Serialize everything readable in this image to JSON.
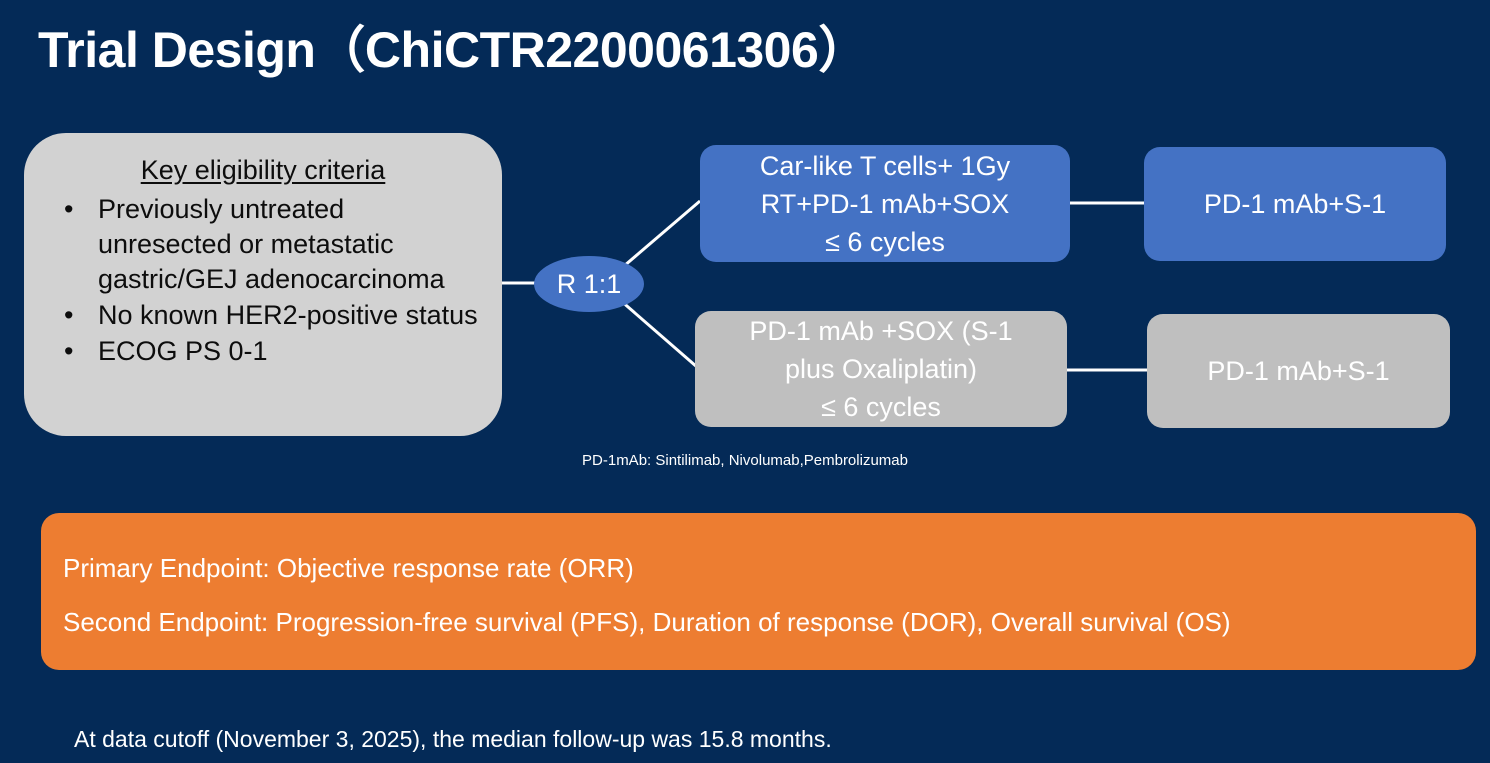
{
  "slide": {
    "title": "Trial Design（ChiCTR2200061306）",
    "background_color": "#042a57"
  },
  "eligibility": {
    "heading": "Key eligibility criteria",
    "bullet_glyph": "•",
    "items": [
      "Previously untreated unresected or metastatic gastric/GEJ adenocarcinoma",
      "No known HER2-positive status",
      "ECOG PS 0-1"
    ],
    "box_color": "#d2d2d2"
  },
  "randomization": {
    "label": "R 1:1",
    "color": "#4472c4"
  },
  "arms": {
    "experimental": {
      "treatment": "Car-like T cells+ 1Gy RT+PD-1 mAb+SOX ≤ 6 cycles",
      "treatment_lines": [
        "Car-like T cells+ 1Gy",
        "RT+PD-1 mAb+SOX",
        "≤ 6 cycles"
      ],
      "maintenance": "PD-1 mAb+S-1",
      "color": "#4472c4"
    },
    "control": {
      "treatment": "PD-1 mAb +SOX (S-1 plus Oxaliplatin) ≤ 6 cycles",
      "treatment_lines": [
        "PD-1 mAb +SOX (S-1",
        "plus Oxaliplatin)",
        "≤ 6 cycles"
      ],
      "maintenance": "PD-1 mAb+S-1",
      "color": "#bfbfbf"
    }
  },
  "footnote": "PD-1mAb: Sintilimab, Nivolumab,Pembrolizumab",
  "endpoints": {
    "panel_color": "#ed7d31",
    "primary": "Primary Endpoint: Objective response rate (ORR)",
    "secondary": "Second Endpoint: Progression-free survival (PFS), Duration of response (DOR), Overall survival (OS)"
  },
  "data_cutoff_note": "At data cutoff (November 3, 2025), the median follow-up was 15.8 months."
}
